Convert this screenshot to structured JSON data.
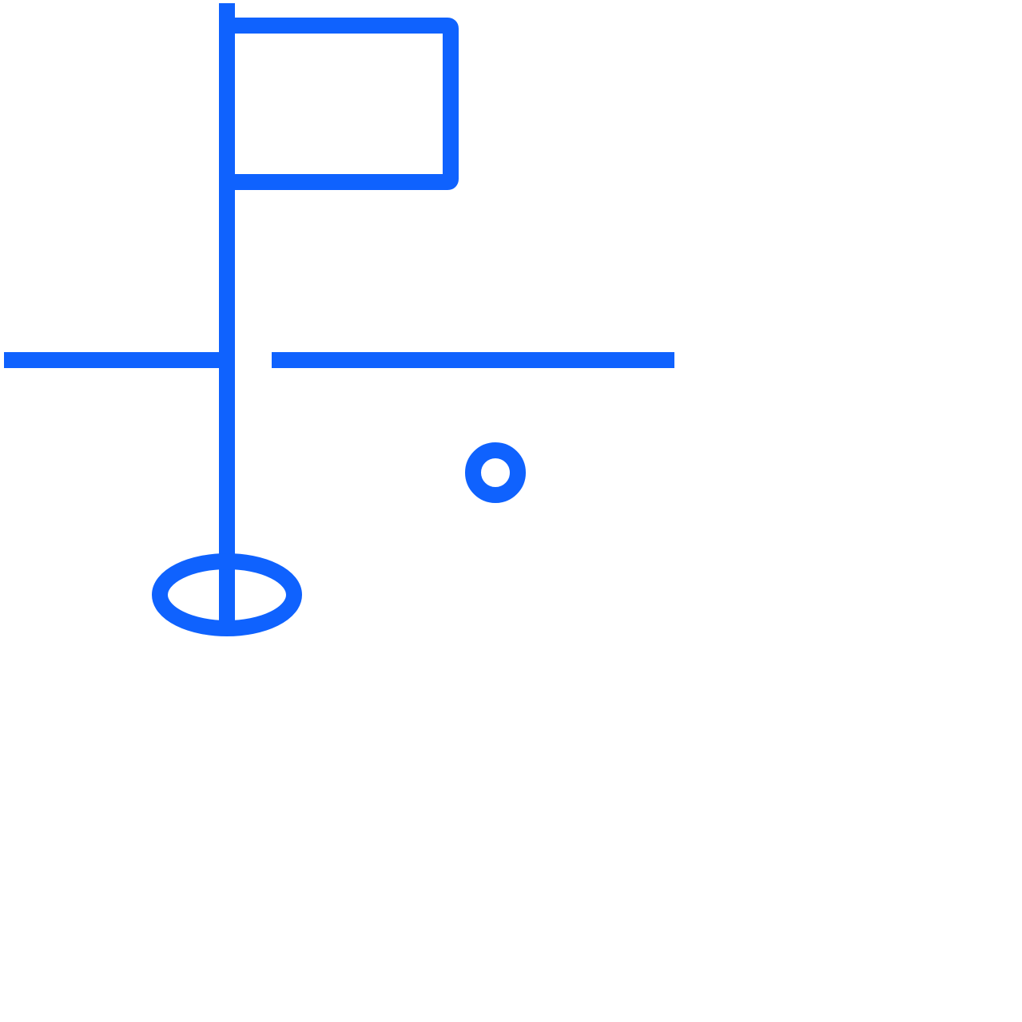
{
  "icon": {
    "name": "golf-flag-icon",
    "color": "#0f62fe",
    "parts": [
      "flag",
      "pole",
      "ground-line",
      "golf-ball",
      "hole"
    ]
  }
}
